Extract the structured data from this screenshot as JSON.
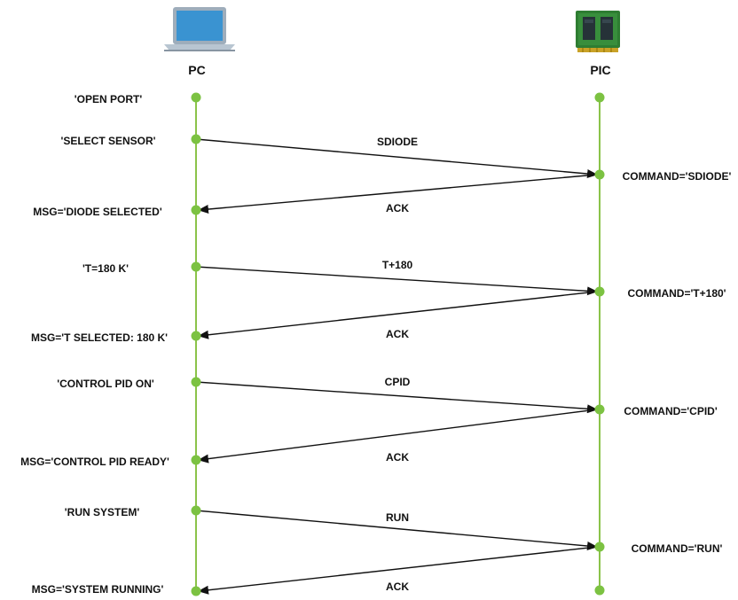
{
  "participants": {
    "left": {
      "label": "PC",
      "icon": "laptop-icon"
    },
    "right": {
      "label": "PIC",
      "icon": "memory-chip-icon"
    }
  },
  "colors": {
    "lifeline": "#8BC34A",
    "node": "#7CC242",
    "arrow": "#111111",
    "laptop_body": "#9EADBB",
    "laptop_screen": "#3A93D1",
    "chip_green": "#2E7D32"
  },
  "left_events": [
    "'OPEN PORT'",
    "'SELECT SENSOR'",
    "MSG='DIODE SELECTED'",
    "'T=180 K'",
    "MSG='T SELECTED: 180 K'",
    "'CONTROL PID ON'",
    "MSG='CONTROL PID READY'",
    "'RUN SYSTEM'",
    "MSG='SYSTEM RUNNING'"
  ],
  "right_events": [
    "COMMAND='SDIODE'",
    "COMMAND='T+180'",
    "COMMAND='CPID'",
    "COMMAND='RUN'"
  ],
  "messages": [
    {
      "label": "SDIODE",
      "direction": "PC to PIC"
    },
    {
      "label": "ACK",
      "direction": "PIC to PC"
    },
    {
      "label": "T+180",
      "direction": "PC to PIC"
    },
    {
      "label": "ACK",
      "direction": "PIC to PC"
    },
    {
      "label": "CPID",
      "direction": "PC to PIC"
    },
    {
      "label": "ACK",
      "direction": "PIC to PC"
    },
    {
      "label": "RUN",
      "direction": "PC to PIC"
    },
    {
      "label": "ACK",
      "direction": "PIC to PC"
    }
  ]
}
